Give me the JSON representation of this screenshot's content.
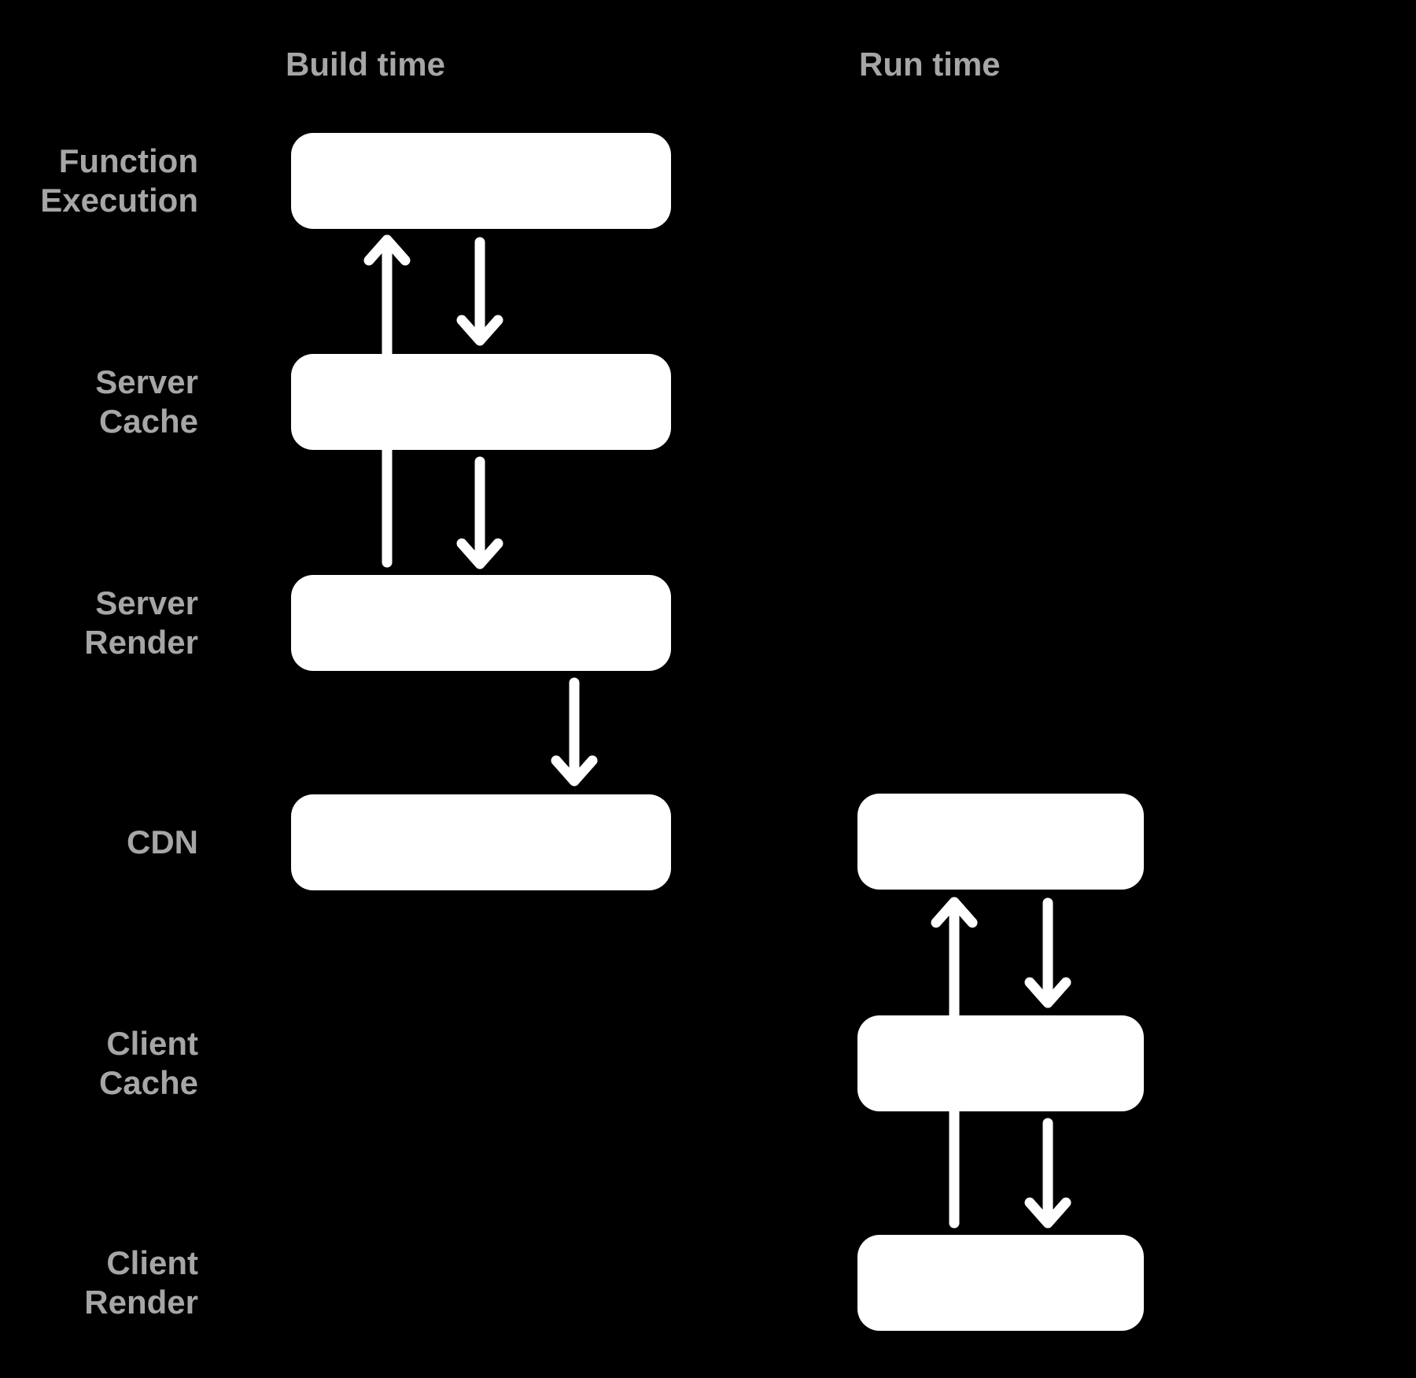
{
  "diagram": {
    "background_color": "#000000",
    "node_color": "#ffffff",
    "arrow_color": "#ffffff",
    "label_color": "#a6a6a6",
    "columns": [
      {
        "id": "build",
        "header": "Build time"
      },
      {
        "id": "run",
        "header": "Run time"
      }
    ],
    "rows": [
      {
        "id": "function-execution",
        "lines": [
          "Function",
          "Execution"
        ]
      },
      {
        "id": "server-cache",
        "lines": [
          "Server",
          "Cache"
        ]
      },
      {
        "id": "server-render",
        "lines": [
          "Server",
          "Render"
        ]
      },
      {
        "id": "cdn",
        "lines": [
          "CDN"
        ]
      },
      {
        "id": "client-cache",
        "lines": [
          "Client",
          "Cache"
        ]
      },
      {
        "id": "client-render",
        "lines": [
          "Client",
          "Render"
        ]
      }
    ],
    "nodes": [
      {
        "column": "build",
        "row": "function-execution"
      },
      {
        "column": "build",
        "row": "server-cache"
      },
      {
        "column": "build",
        "row": "server-render"
      },
      {
        "column": "build",
        "row": "cdn"
      },
      {
        "column": "run",
        "row": "cdn"
      },
      {
        "column": "run",
        "row": "client-cache"
      },
      {
        "column": "run",
        "row": "client-render"
      }
    ],
    "edges": [
      {
        "column": "build",
        "from": "server-render",
        "to": "function-execution",
        "direction": "up"
      },
      {
        "column": "build",
        "from": "function-execution",
        "to": "server-cache",
        "direction": "down"
      },
      {
        "column": "build",
        "from": "server-cache",
        "to": "server-render",
        "direction": "down"
      },
      {
        "column": "build",
        "from": "server-render",
        "to": "cdn",
        "direction": "down"
      },
      {
        "column": "run",
        "from": "client-render",
        "to": "cdn",
        "direction": "up"
      },
      {
        "column": "run",
        "from": "cdn",
        "to": "client-cache",
        "direction": "down"
      },
      {
        "column": "run",
        "from": "client-cache",
        "to": "client-render",
        "direction": "down"
      }
    ]
  }
}
